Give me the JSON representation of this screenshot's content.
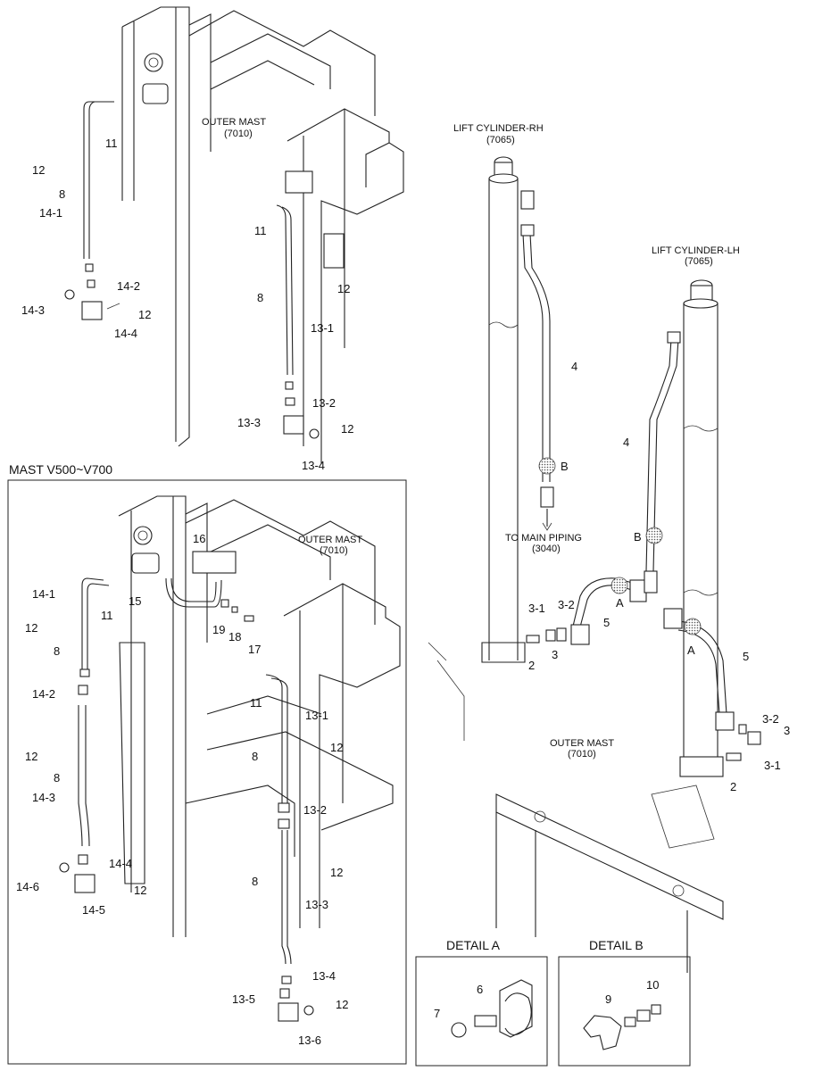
{
  "top": {
    "outer_mast": [
      "OUTER MAST",
      "(7010)"
    ],
    "left_parts": [
      "11",
      "12",
      "8",
      "14-1",
      "14-2",
      "14-3",
      "12",
      "14-4"
    ],
    "mid_parts": [
      "11",
      "12",
      "8",
      "13-1",
      "13-2",
      "13-3",
      "12",
      "13-4"
    ]
  },
  "right": {
    "lift_rh": [
      "LIFT CYLINDER-RH",
      "(7065)"
    ],
    "lift_lh": [
      "LIFT CYLINDER-LH",
      "(7065)"
    ],
    "to_main": [
      "TO MAIN PIPING",
      "(3040)"
    ],
    "outer_mast": [
      "OUTER MAST",
      "(7010)"
    ],
    "parts_rh": [
      "4",
      "B",
      "3-1",
      "3-2",
      "5",
      "3",
      "2",
      "A"
    ],
    "parts_lh": [
      "4",
      "B",
      "A",
      "5",
      "3-2",
      "3",
      "3-1",
      "2"
    ]
  },
  "inset": {
    "title": "MAST V500~V700",
    "outer_mast": [
      "OUTER MAST",
      "(7010)"
    ],
    "parts": [
      "16",
      "14-1",
      "15",
      "11",
      "12",
      "8",
      "19",
      "18",
      "17",
      "11",
      "13-1",
      "12",
      "8",
      "14-2",
      "12",
      "8",
      "14-3",
      "13-2",
      "14-4",
      "8",
      "12",
      "14-6",
      "12",
      "14-5",
      "13-3",
      "13-4",
      "13-5",
      "12",
      "13-6"
    ]
  },
  "details": {
    "a_title": "DETAIL A",
    "a_parts": [
      "6",
      "7"
    ],
    "b_title": "DETAIL B",
    "b_parts": [
      "10",
      "9"
    ]
  }
}
